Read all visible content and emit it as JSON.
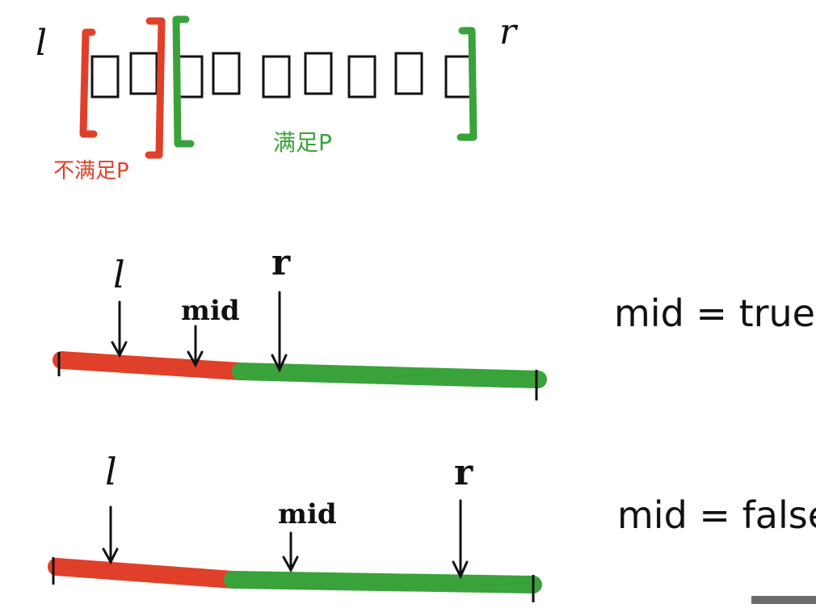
{
  "colors": {
    "not_satisfy": "#e0402a",
    "satisfy": "#3aa23a",
    "ink": "#111111"
  },
  "top": {
    "l_label": "l",
    "r_label": "r",
    "box_count": 9,
    "not_satisfy_label": "不满足P",
    "satisfy_label": "满足P"
  },
  "case_true": {
    "l_label": "l",
    "mid_label": "mid",
    "r_label": "r",
    "result_text": "mid = true"
  },
  "case_false": {
    "l_label": "l",
    "mid_label": "mid",
    "r_label": "r",
    "result_text": "mid = false"
  }
}
